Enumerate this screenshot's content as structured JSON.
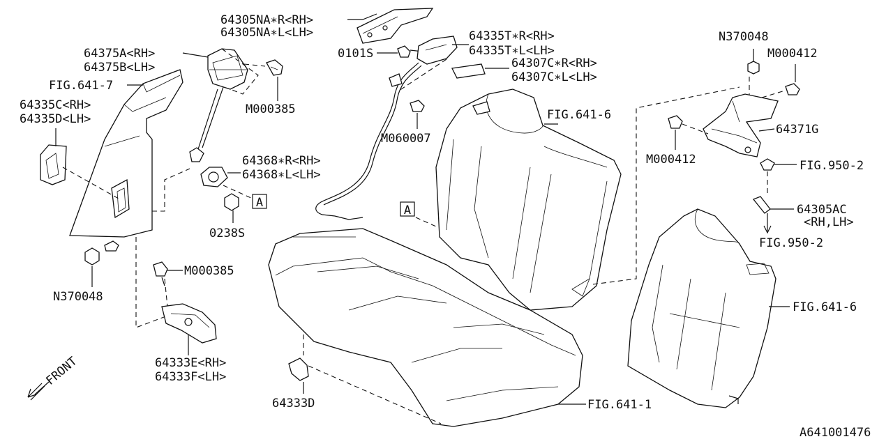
{
  "labels": {
    "p64305na_rh": "64305NA∗R<RH>",
    "p64305na_lh": "64305NA∗L<LH>",
    "p0101s": "0101S",
    "p64335t_rh": "64335T∗R<RH>",
    "p64335t_lh": "64335T∗L<LH>",
    "p64307c_rh": "64307C∗R<RH>",
    "p64307c_lh": "64307C∗L<LH>",
    "p64375a": "64375A<RH>",
    "p64375b": "64375B<LH>",
    "fig641_7": "FIG.641-7",
    "p64335c": "64335C<RH>",
    "p64335d": "64335D<LH>",
    "m000385_top": "M000385",
    "m060007": "M060007",
    "fig641_6_top": "FIG.641-6",
    "p64368_rh": "64368∗R<RH>",
    "p64368_lh": "64368∗L<LH>",
    "p0238s": "0238S",
    "n370048_left": "N370048",
    "m000385_bottom": "M000385",
    "p64333e": "64333E<RH>",
    "p64333f": "64333F<LH>",
    "front": "FRONT",
    "p64333d": "64333D",
    "fig641_1": "FIG.641-1",
    "n370048_right": "N370048",
    "m000412_top": "M000412",
    "p64371g": "64371G",
    "m000412_left": "M000412",
    "fig950_2_top": "FIG.950-2",
    "p64305ac": "64305AC",
    "p64305ac_sub": "<RH,LH>",
    "fig950_2_bottom": "FIG.950-2",
    "fig641_6_right": "FIG.641-6",
    "ref_a_left": "A",
    "ref_a_center": "A",
    "diagram_id": "A641001476"
  }
}
